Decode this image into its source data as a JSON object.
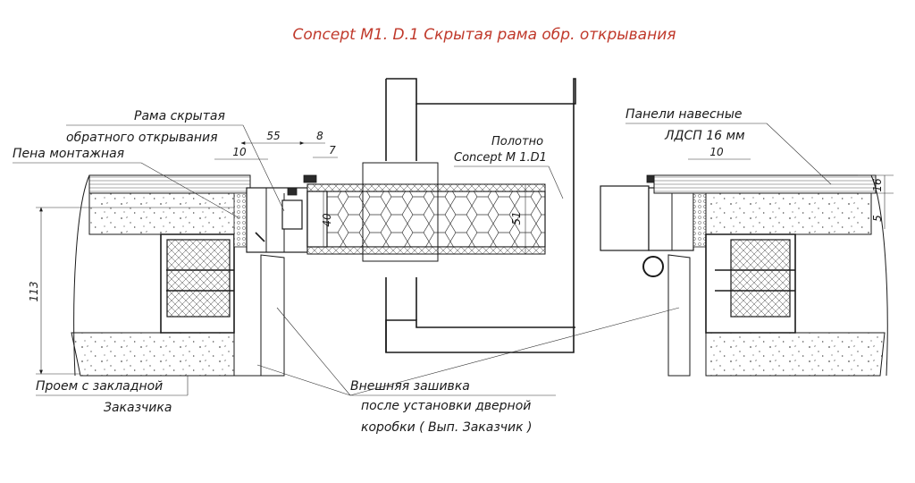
{
  "title": "Concept M1. D.1 Скрытая рама обр. открывания",
  "labels": {
    "frame_line1": "Рама скрытая",
    "frame_line2": "обратного открывания",
    "foam": "Пена монтажная",
    "leaf_line1": "Полотно",
    "leaf_line2": "Concept  М 1.D1",
    "panels_line1": "Панели навесные",
    "panels_line2": "ЛДСП  16 мм",
    "opening_line1": "Проем с закладной",
    "opening_line2": "Заказчика",
    "cladding_line1": "Внешняя зашивка",
    "cladding_line2": "после установки дверной",
    "cladding_line3": "коробки ( Вып. Заказчик )"
  },
  "dimensions": {
    "d55": "55",
    "d8": "8",
    "d7": "7",
    "d10_left": "10",
    "d10_right": "10",
    "d40": "40",
    "d51": "51",
    "d113": "113",
    "d16": "16",
    "d5": "5"
  },
  "colors": {
    "title": "#c0392b",
    "line": "#1a1a1a"
  }
}
